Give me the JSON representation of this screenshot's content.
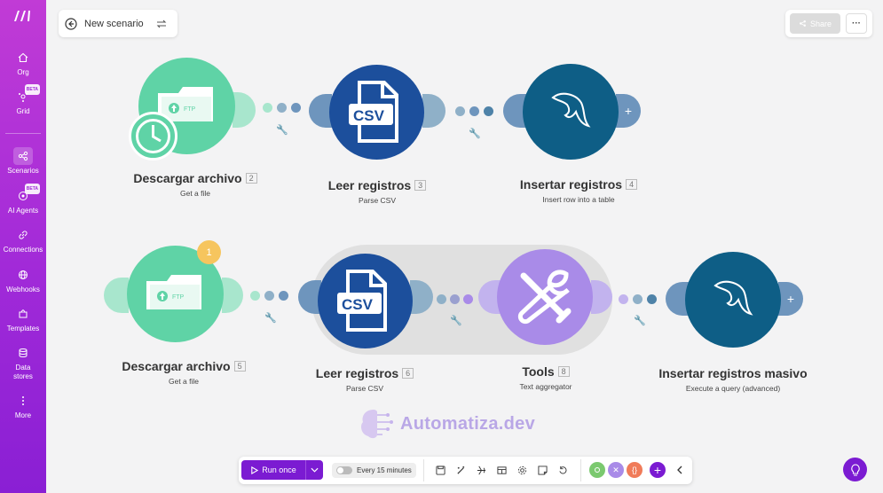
{
  "sidebar": {
    "items": [
      {
        "label": "Org",
        "icon": "home-icon"
      },
      {
        "label": "Grid",
        "icon": "grid-icon",
        "badge": "BETA"
      },
      {
        "label": "Scenarios",
        "icon": "share-nodes-icon"
      },
      {
        "label": "AI Agents",
        "icon": "ai-agent-icon",
        "badge": "BETA"
      },
      {
        "label": "Connections",
        "icon": "link-icon"
      },
      {
        "label": "Webhooks",
        "icon": "globe-icon"
      },
      {
        "label": "Templates",
        "icon": "puzzle-icon"
      },
      {
        "label": "Data stores",
        "icon": "database-icon"
      },
      {
        "label": "More",
        "icon": "more-vertical-icon"
      }
    ]
  },
  "header": {
    "scenario_name": "New scenario",
    "share_label": "Share",
    "more_label": "···"
  },
  "flow1": {
    "m1": {
      "title": "Descargar archivo",
      "num": "2",
      "sub": "Get a file"
    },
    "m2": {
      "title": "Leer registros",
      "num": "3",
      "sub": "Parse CSV"
    },
    "m3": {
      "title": "Insertar registros",
      "num": "4",
      "sub": "Insert row into a table"
    }
  },
  "flow2": {
    "m1": {
      "title": "Descargar archivo",
      "num": "5",
      "sub": "Get a file",
      "badge": "1"
    },
    "m2": {
      "title": "Leer registros",
      "num": "6",
      "sub": "Parse CSV"
    },
    "m3": {
      "title": "Tools",
      "num": "8",
      "sub": "Text aggregator"
    },
    "m4": {
      "title": "Insertar registros masivo",
      "sub": "Execute a query (advanced)"
    }
  },
  "icon_text": {
    "ftp": "FTP",
    "csv": "CSV"
  },
  "watermark": "Automatiza.dev",
  "toolbar": {
    "run_label": "Run once",
    "schedule_label": "Every 15 minutes"
  },
  "colors": {
    "sidebar": "#a12ad8",
    "ftp": "#5fd3a6",
    "csv": "#1c4f9c",
    "mysql": "#0e5e86",
    "tools": "#a98be8",
    "accent": "#7b1bd2"
  }
}
